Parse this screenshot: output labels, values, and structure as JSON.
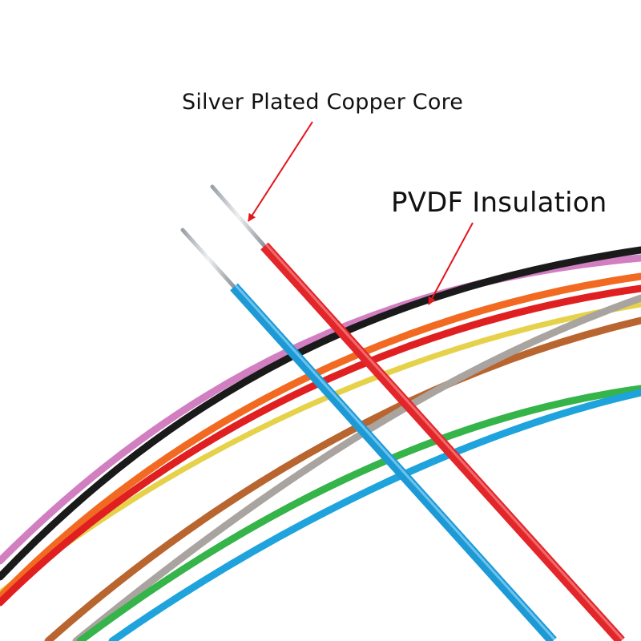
{
  "annotations": {
    "core_label": "Silver Plated Copper Core",
    "insulation_label": "PVDF Insulation",
    "arrow_color": "#e3161d"
  },
  "wires": [
    {
      "name": "pink-wire",
      "color": "#d27fc1"
    },
    {
      "name": "black-wire",
      "color": "#1a1a1a"
    },
    {
      "name": "orange-wire",
      "color": "#f26a21"
    },
    {
      "name": "red-curved-wire",
      "color": "#e01f21"
    },
    {
      "name": "yellow-wire",
      "color": "#e6d24a"
    },
    {
      "name": "brown-wire",
      "color": "#b9652f"
    },
    {
      "name": "gray-wire",
      "color": "#a9a49f"
    },
    {
      "name": "green-wire",
      "color": "#35b44a"
    },
    {
      "name": "cyan-curved-wire",
      "color": "#1fa3dc"
    },
    {
      "name": "blue-stripped-wire",
      "color": "#1d9ad6"
    },
    {
      "name": "red-stripped-wire",
      "color": "#e2262a"
    }
  ],
  "conductor_color": "#c9cdd2"
}
